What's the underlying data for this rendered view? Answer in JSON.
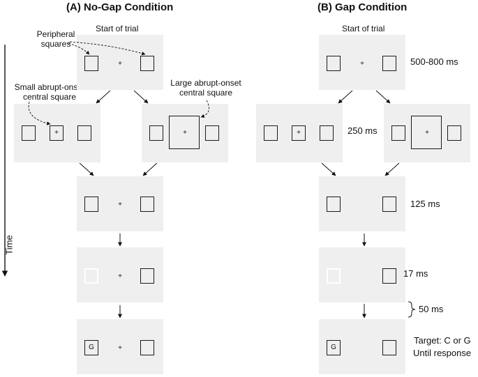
{
  "panel_a": {
    "title": "(A)  No-Gap Condition",
    "start_label": "Start of trial",
    "peripheral_label_1": "Peripheral",
    "peripheral_label_2": "squares",
    "small_label_1": "Small abrupt-onset",
    "small_label_2": "central square",
    "large_label_1": "Large abrupt-onset",
    "large_label_2": "central square",
    "time_label": "Time",
    "target_letter": "G"
  },
  "panel_b": {
    "title": "(B)  Gap Condition",
    "start_label": "Start of trial",
    "durations": {
      "d1": "500-800 ms",
      "d2": "250 ms",
      "d3": "125 ms",
      "d4": "17 ms",
      "d5": "50 ms"
    },
    "target_label_1": "Target: C or G",
    "target_label_2": "Until response",
    "target_letter": "G"
  },
  "symbols": {
    "fixation": "+"
  },
  "colors": {
    "panel_bg": "#efefef",
    "stroke": "#1a1a1a",
    "blank_square": "#ffffff"
  }
}
